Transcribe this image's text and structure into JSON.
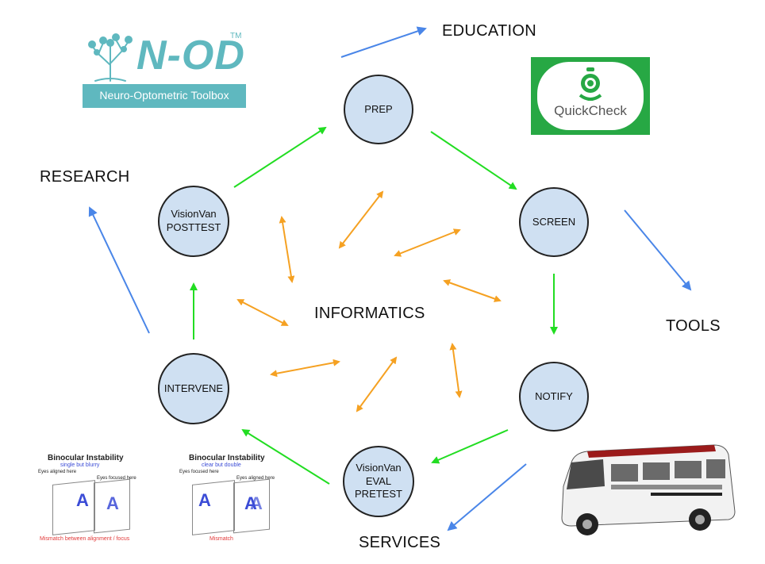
{
  "labels": {
    "education": "EDUCATION",
    "research": "RESEARCH",
    "tools": "TOOLS",
    "services": "SERVICES",
    "informatics": "INFORMATICS"
  },
  "nodes": {
    "prep": [
      "PREP"
    ],
    "screen": [
      "SCREEN"
    ],
    "notify": [
      "NOTIFY"
    ],
    "eval": [
      "VisionVan",
      "EVAL",
      "PRETEST"
    ],
    "intervene": [
      "INTERVENE"
    ],
    "posttest": [
      "VisionVan",
      "POSTTEST"
    ]
  },
  "logos": {
    "nod_title": "N-OD",
    "nod_tm": "TM",
    "nod_subtitle": "Neuro-Optometric Toolbox",
    "quickcheck": "QuickCheck"
  },
  "binocular": {
    "left": {
      "title": "Binocular Instability",
      "subtitle": "single but blurry",
      "note_aligned": "Eyes aligned here",
      "note_focused": "Eyes focused here",
      "mismatch": "Mismatch between alignment / focus"
    },
    "right": {
      "title": "Binocular Instability",
      "subtitle": "clear but double",
      "note_focused": "Eyes focused here",
      "note_aligned": "Eyes aligned here",
      "mismatch": "Mismatch"
    }
  },
  "colors": {
    "node_fill": "#cfe0f2",
    "green_arrow": "#22dd22",
    "orange_arrow": "#f5a122",
    "blue_arrow": "#4a86e8",
    "nod_teal": "#5fb8bf",
    "quickcheck_green": "#27a844"
  },
  "icons": [
    "bonsai-tree-icon",
    "quickcheck-eye-icon",
    "vision-van-image"
  ]
}
